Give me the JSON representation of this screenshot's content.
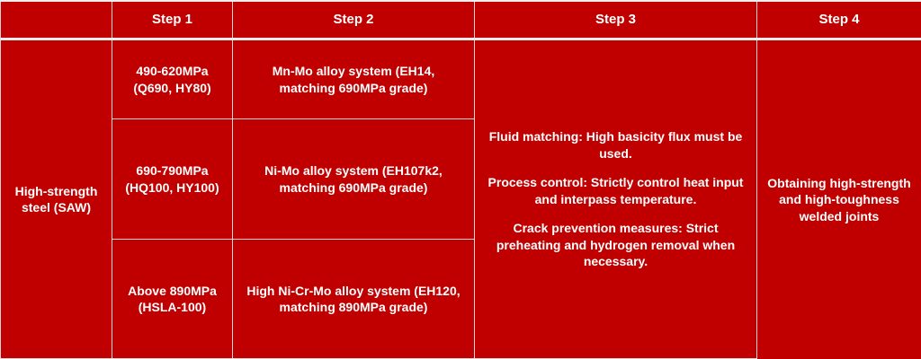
{
  "colors": {
    "background": "#C00000",
    "grid_line": "#EDD6D6",
    "separator_line": "#F5ECEC",
    "text": "#FFFFFF"
  },
  "table": {
    "columns": [
      "",
      "Step 1",
      "Step 2",
      "Step 3",
      "Step 4"
    ],
    "row_label": "High-strength steel (SAW)",
    "rows": [
      {
        "step1": "490-620MPa\n(Q690, HY80)",
        "step2": "Mn-Mo alloy system (EH14,\nmatching 690MPa grade)"
      },
      {
        "step1": "690-790MPa\n(HQ100, HY100)",
        "step2": "Ni-Mo alloy system (EH107k2,\nmatching 690MPa grade)"
      },
      {
        "step1": "Above 890MPa\n(HSLA-100)",
        "step2": "High Ni-Cr-Mo alloy system (EH120,\nmatching 890MPa grade)"
      }
    ],
    "step3_paragraphs": [
      "Fluid matching: High basicity flux must be used.",
      "Process control: Strictly control heat input and interpass temperature.",
      "Crack prevention measures: Strict preheating and hydrogen removal when necessary."
    ],
    "step4": "Obtaining high-strength and high-toughness welded joints"
  }
}
